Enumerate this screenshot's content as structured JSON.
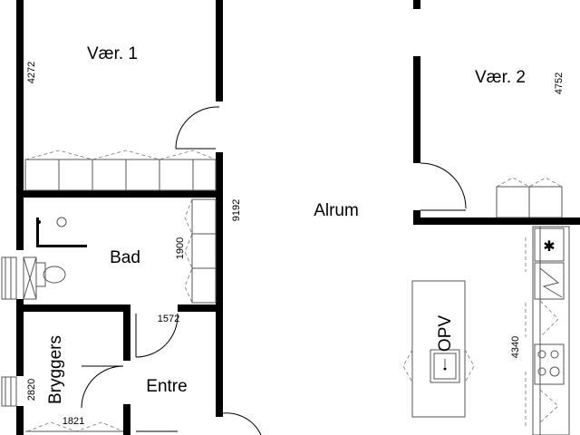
{
  "rooms": {
    "vaer1": "Vær. 1",
    "vaer2": "Vær. 2",
    "alrum": "Alrum",
    "bad": "Bad",
    "bryggers": "Bryggers",
    "entre": "Entre",
    "opv": "OPV"
  },
  "dimensions": {
    "d4272": "4272",
    "d4752": "4752",
    "d9192": "9192",
    "d1900": "1900",
    "d1572": "1572",
    "d2820": "2820",
    "d1821": "1821",
    "d4340": "4340"
  }
}
